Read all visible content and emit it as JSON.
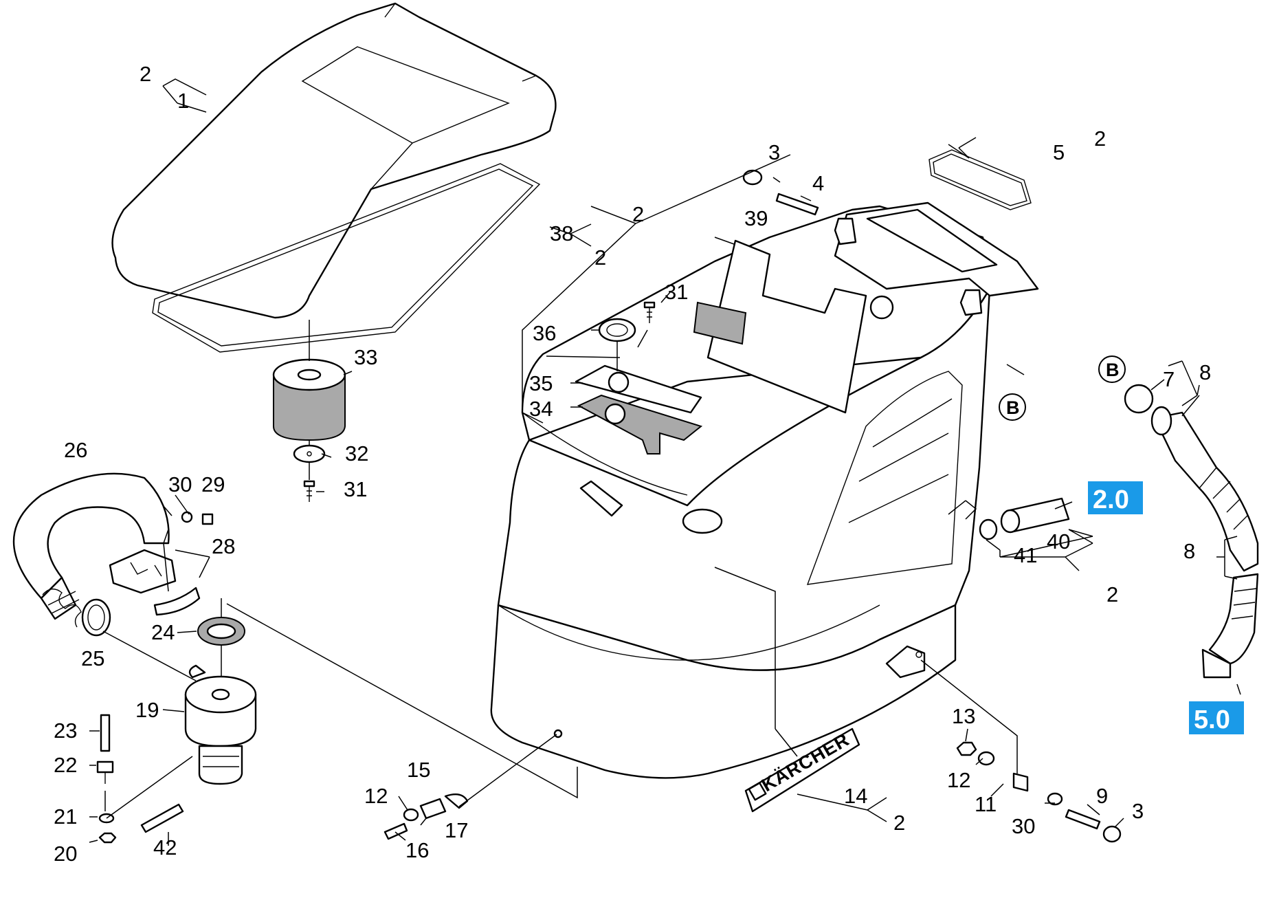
{
  "callouts": {
    "c1": "1",
    "c2": "2",
    "c3": "3",
    "c4": "4",
    "c5": "5",
    "c7": "7",
    "c8": "8",
    "c9": "9",
    "c11": "11",
    "c12": "12",
    "c13": "13",
    "c14": "14",
    "c15": "15",
    "c16": "16",
    "c17": "17",
    "c19": "19",
    "c20": "20",
    "c21": "21",
    "c22": "22",
    "c23": "23",
    "c24": "24",
    "c25": "25",
    "c26": "26",
    "c28": "28",
    "c29": "29",
    "c30": "30",
    "c31": "31",
    "c32": "32",
    "c33": "33",
    "c34": "34",
    "c35": "35",
    "c36": "36",
    "c38": "38",
    "c39": "39",
    "c40": "40",
    "c41": "41",
    "c42": "42"
  },
  "references": {
    "ref_a": "2.0",
    "ref_b": "5.0",
    "marker": "B"
  },
  "logo": "KÄRCHER",
  "colors": {
    "reference_box": "#1a9ae8",
    "line": "#000000",
    "background": "#ffffff"
  }
}
